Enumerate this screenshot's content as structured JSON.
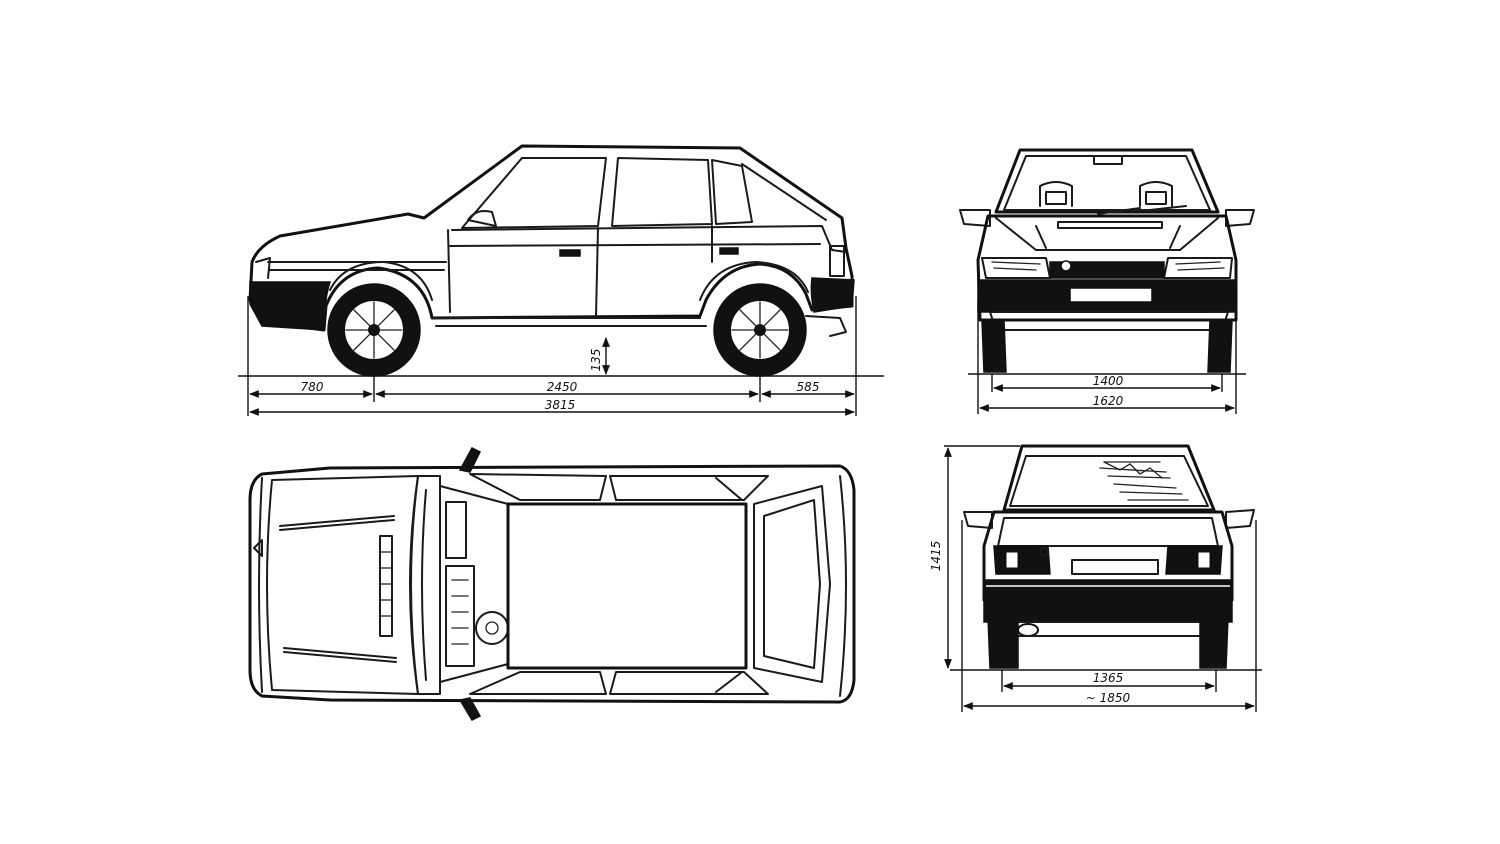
{
  "colors": {
    "ink": "#111111",
    "paper": "#ffffff"
  },
  "views": {
    "side": {
      "front_overhang": "780",
      "wheelbase": "2450",
      "rear_overhang": "585",
      "overall_length": "3815",
      "ground_clearance": "135"
    },
    "front": {
      "track_front": "1400",
      "overall_width": "1620"
    },
    "rear": {
      "height": "1415",
      "track_rear": "1365",
      "mirror_width": "~ 1850"
    }
  }
}
